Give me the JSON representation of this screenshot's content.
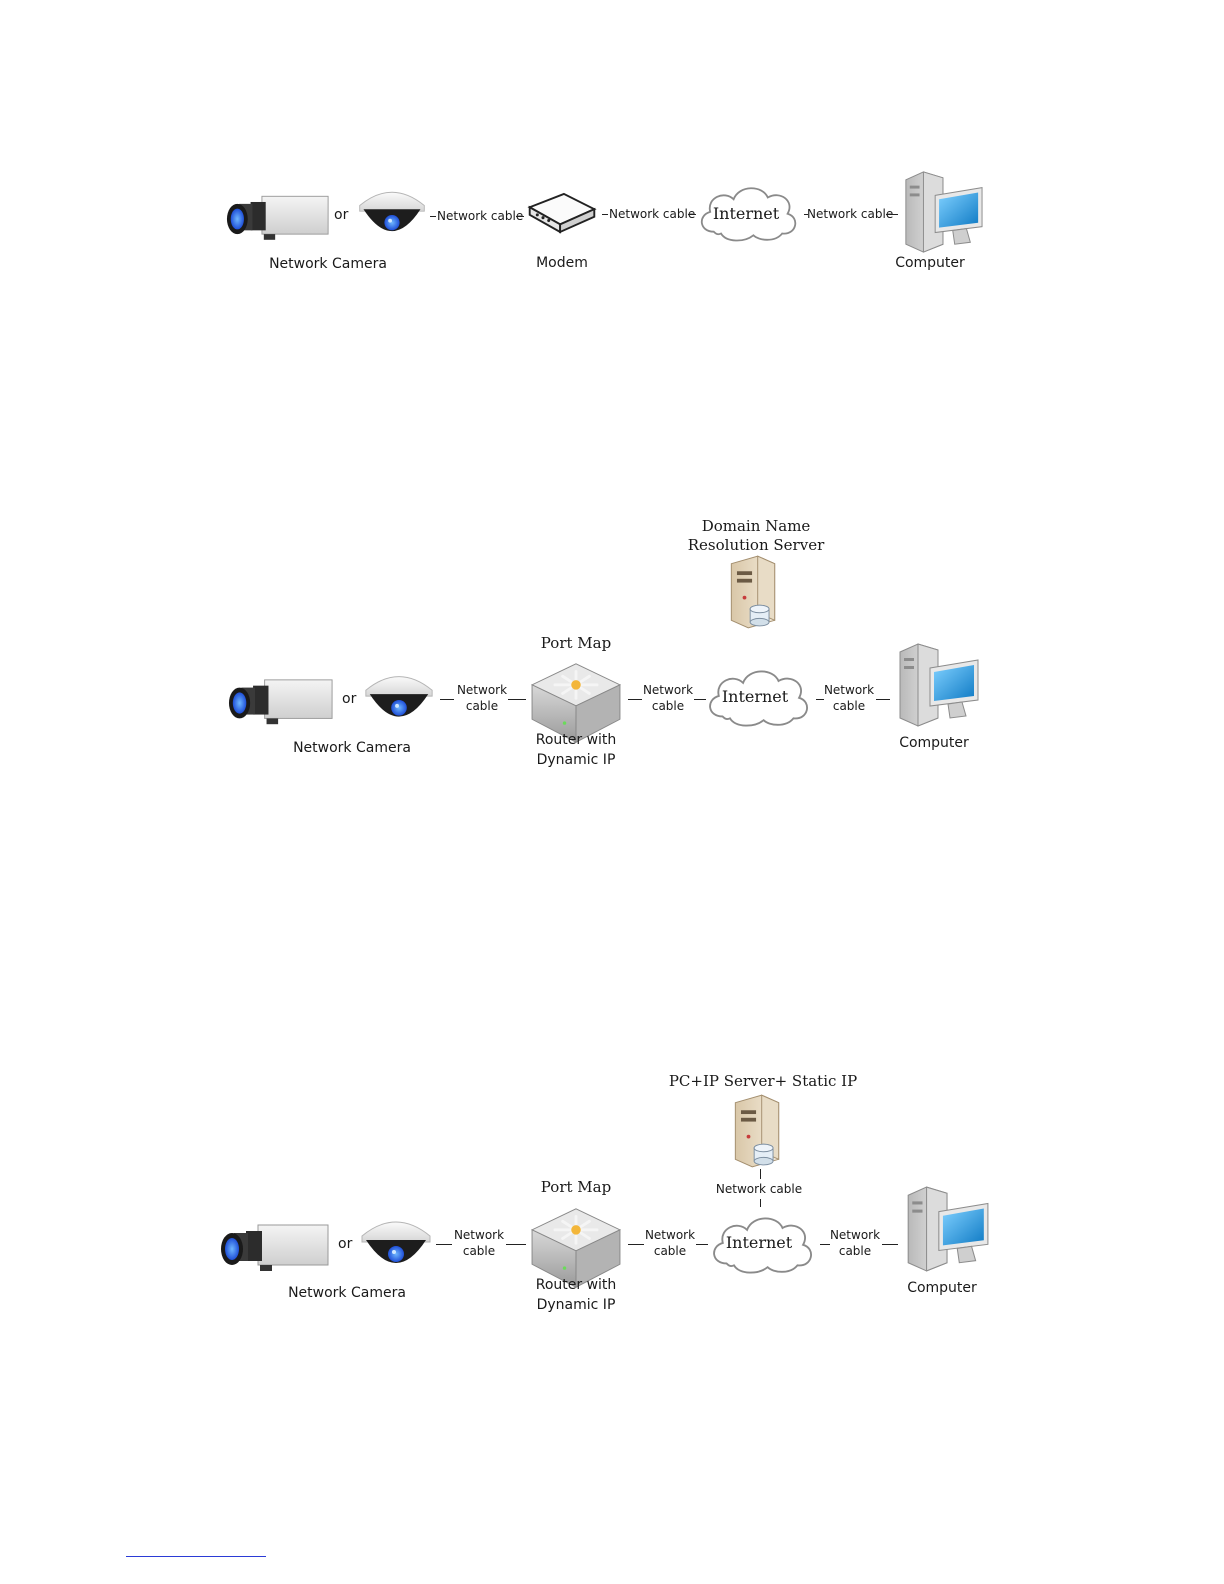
{
  "diagram1": {
    "or_label": "or",
    "cable_labels": [
      "Network cable",
      "Network cable",
      "Network cable"
    ],
    "internet_label": "Internet",
    "camera_caption": "Network Camera",
    "modem_caption": "Modem",
    "computer_caption": "Computer"
  },
  "diagram2": {
    "server_title_line1": "Domain Name",
    "server_title_line2": "Resolution Server",
    "port_map_label": "Port Map",
    "or_label": "or",
    "cable_labels": [
      {
        "line1": "Network",
        "line2": "cable"
      },
      {
        "line1": "Network",
        "line2": "cable"
      },
      {
        "line1": "Network",
        "line2": "cable"
      }
    ],
    "internet_label": "Internet",
    "camera_caption": "Network Camera",
    "router_caption_line1": "Router  with",
    "router_caption_line2": "Dynamic IP",
    "computer_caption": "Computer"
  },
  "diagram3": {
    "server_title": "PC+IP Server+ Static IP",
    "server_cable_label": "Network cable",
    "port_map_label": "Port Map",
    "or_label": "or",
    "cable_labels": [
      {
        "line1": "Network",
        "line2": "cable"
      },
      {
        "line1": "Network",
        "line2": "cable"
      },
      {
        "line1": "Network",
        "line2": "cable"
      }
    ],
    "internet_label": "Internet",
    "camera_caption": "Network Camera",
    "router_caption_line1": "Router  with",
    "router_caption_line2": "Dynamic IP",
    "computer_caption": "Computer"
  },
  "colors": {
    "lens_blue": "#1f4fd8",
    "screen_blue": "#1e9be0",
    "link_underline": "#2b3bd6"
  }
}
